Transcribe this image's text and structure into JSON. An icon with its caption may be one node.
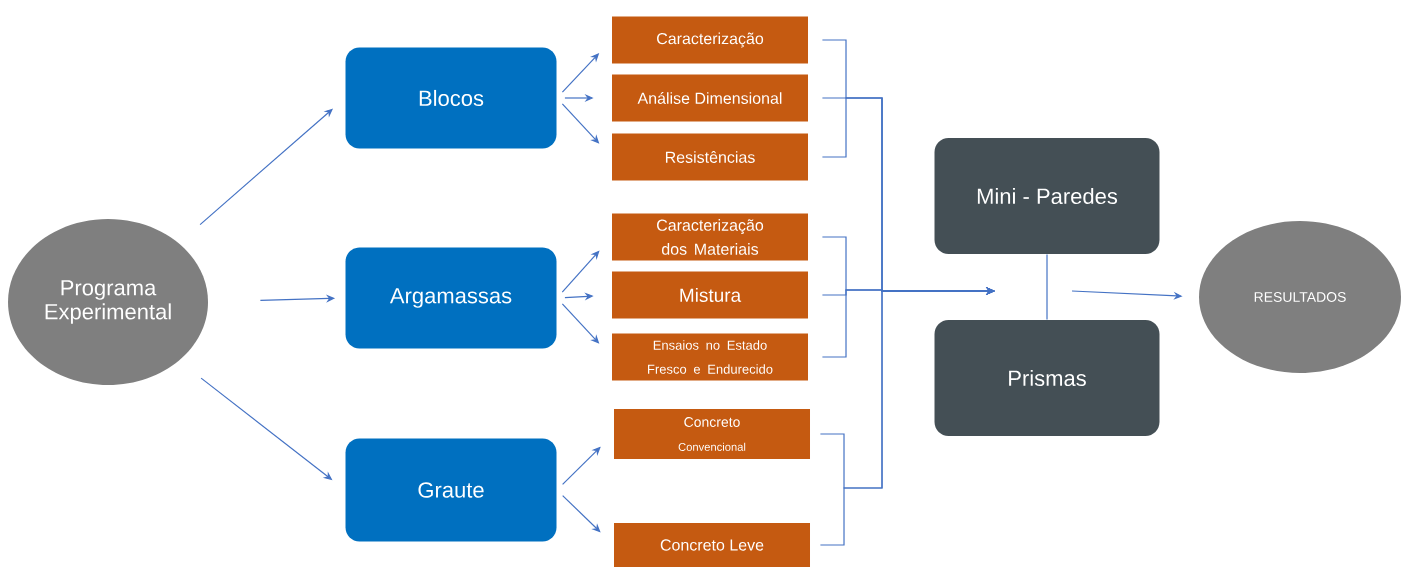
{
  "diagram": {
    "nodes": [
      {
        "text": [
          "Programa Experimental"
        ]
      },
      {
        "text": [
          "Blocos"
        ]
      },
      {
        "text": [
          "Argamassas"
        ]
      },
      {
        "text": [
          "Graute"
        ]
      },
      {
        "text": [
          "Caracterização"
        ]
      },
      {
        "text": [
          "Análise Dimensional"
        ]
      },
      {
        "text": [
          "Resistências"
        ]
      },
      {
        "text": [
          "Caracterização dos Materiais"
        ]
      },
      {
        "text": [
          "Mistura"
        ]
      },
      {
        "text": [
          "Ensaios no Estado Fresco e Endurecido"
        ]
      },
      {
        "text": [
          "Concreto",
          "Convencional"
        ]
      },
      {
        "text": [
          "Concreto Leve"
        ]
      },
      {
        "text": [
          "Mini - Paredes"
        ]
      },
      {
        "text": [
          "Prismas"
        ]
      },
      {
        "text": [
          "RESULTADOS"
        ]
      }
    ],
    "edges": [
      {
        "from": 0,
        "to": 1,
        "arrow": "to"
      },
      {
        "from": 0,
        "to": 2,
        "arrow": "to"
      },
      {
        "from": 0,
        "to": 3,
        "arrow": "to"
      },
      {
        "from": 1,
        "to": 4,
        "arrow": "to"
      },
      {
        "from": 1,
        "to": 5,
        "arrow": "to"
      },
      {
        "from": 1,
        "to": 6,
        "arrow": "to"
      },
      {
        "from": 2,
        "to": 7,
        "arrow": "to"
      },
      {
        "from": 2,
        "to": 8,
        "arrow": "to"
      },
      {
        "from": 2,
        "to": 9,
        "arrow": "to"
      },
      {
        "from": 3,
        "to": 10,
        "arrow": "to"
      },
      {
        "from": 3,
        "to": 11,
        "arrow": "to"
      },
      {
        "from": 4,
        "to": null,
        "arrow": "to"
      },
      {
        "from": 5,
        "to": null,
        "arrow": "to"
      },
      {
        "from": 6,
        "to": null,
        "arrow": "to"
      },
      {
        "from": 7,
        "to": null,
        "arrow": "to"
      },
      {
        "from": 8,
        "to": null,
        "arrow": "to"
      },
      {
        "from": 9,
        "to": null,
        "arrow": "to"
      },
      {
        "from": 10,
        "to": null,
        "arrow": "to"
      },
      {
        "from": 11,
        "to": null,
        "arrow": "to"
      },
      {
        "from": 12,
        "to": 13,
        "arrow": "none"
      },
      {
        "from": null,
        "to": 14,
        "arrow": "to"
      }
    ]
  }
}
